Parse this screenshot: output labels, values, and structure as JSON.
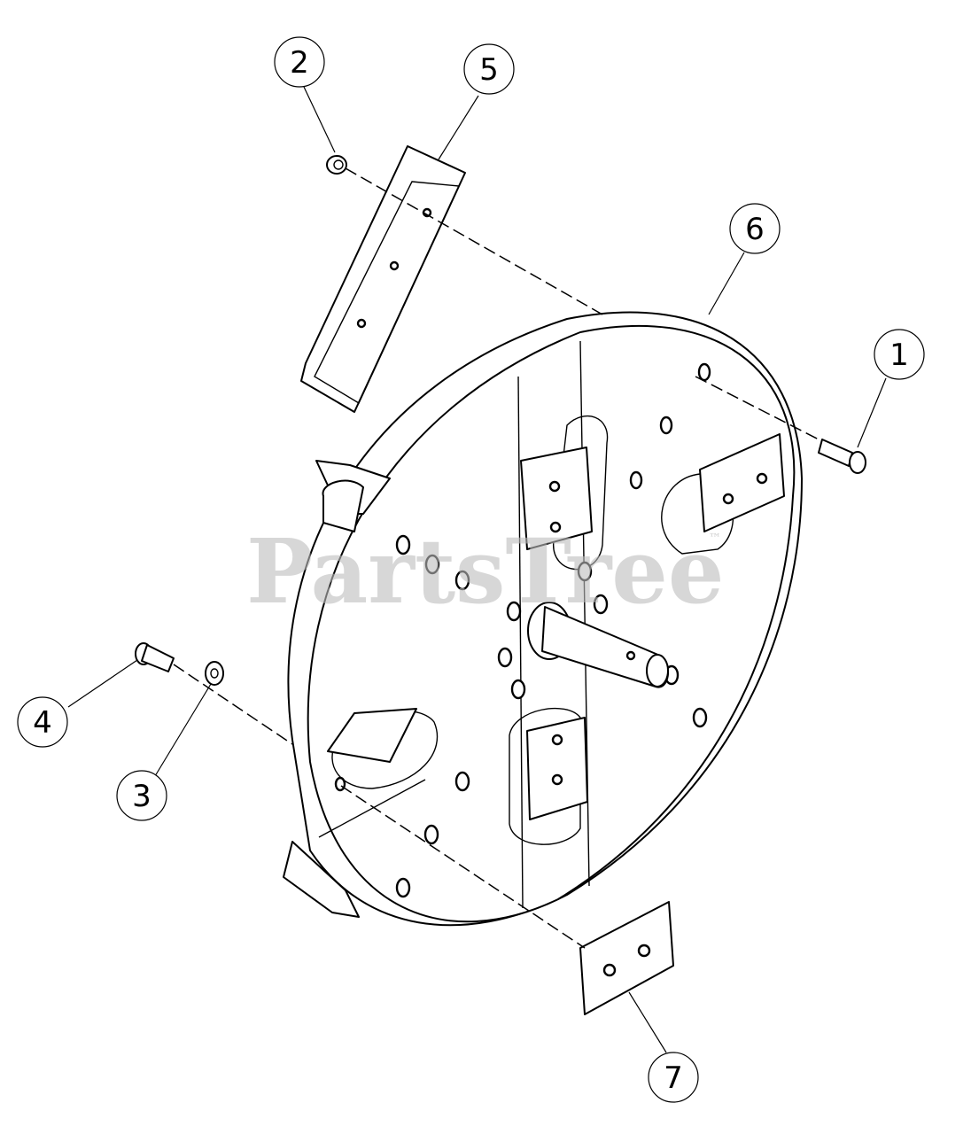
{
  "callouts": [
    {
      "id": "1",
      "label": "1"
    },
    {
      "id": "2",
      "label": "2"
    },
    {
      "id": "3",
      "label": "3"
    },
    {
      "id": "4",
      "label": "4"
    },
    {
      "id": "5",
      "label": "5"
    },
    {
      "id": "6",
      "label": "6"
    },
    {
      "id": "7",
      "label": "7"
    }
  ],
  "watermark": {
    "text": "PartsTree",
    "trademark": "™"
  }
}
